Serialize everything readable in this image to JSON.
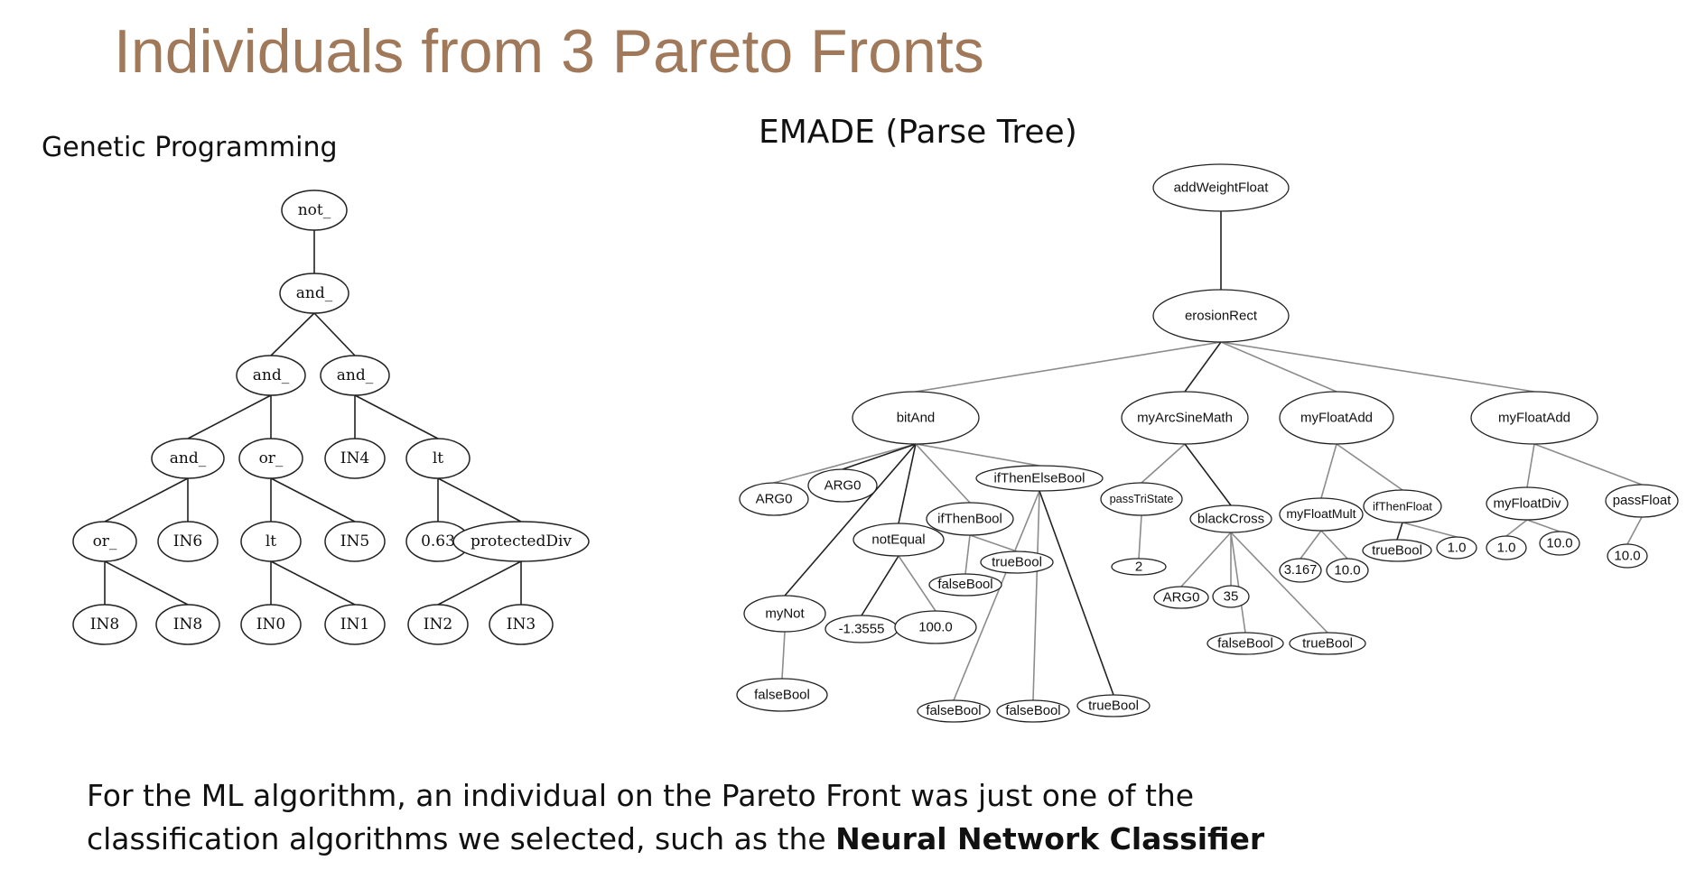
{
  "slide": {
    "title": "Individuals from 3 Pareto Fronts",
    "gp_label": "Genetic Programming",
    "emade_label": "EMADE (Parse Tree)",
    "caption_line1": "For the ML algorithm, an individual on the Pareto Front was just one of the",
    "caption_line2_prefix": "classification algorithms we selected, such as the ",
    "caption_line2_bold": "Neural Network Classifier"
  },
  "gp_tree": {
    "nodes": [
      {
        "id": "g1",
        "label": "not_"
      },
      {
        "id": "g2",
        "label": "and_"
      },
      {
        "id": "g3",
        "label": "and_"
      },
      {
        "id": "g4",
        "label": "and_"
      },
      {
        "id": "g5",
        "label": "and_"
      },
      {
        "id": "g6",
        "label": "or_"
      },
      {
        "id": "g7",
        "label": "IN4"
      },
      {
        "id": "g8",
        "label": "lt"
      },
      {
        "id": "g9",
        "label": "or_"
      },
      {
        "id": "g10",
        "label": "IN6"
      },
      {
        "id": "g11",
        "label": "lt"
      },
      {
        "id": "g12",
        "label": "IN5"
      },
      {
        "id": "g13",
        "label": "0.63"
      },
      {
        "id": "g14",
        "label": "protectedDiv"
      },
      {
        "id": "g15",
        "label": "IN8"
      },
      {
        "id": "g16",
        "label": "IN8"
      },
      {
        "id": "g17",
        "label": "IN0"
      },
      {
        "id": "g18",
        "label": "IN1"
      },
      {
        "id": "g19",
        "label": "IN2"
      },
      {
        "id": "g20",
        "label": "IN3"
      }
    ],
    "edges": [
      [
        "g1",
        "g2"
      ],
      [
        "g2",
        "g3"
      ],
      [
        "g2",
        "g4"
      ],
      [
        "g3",
        "g5"
      ],
      [
        "g3",
        "g6"
      ],
      [
        "g4",
        "g7"
      ],
      [
        "g4",
        "g8"
      ],
      [
        "g5",
        "g9"
      ],
      [
        "g5",
        "g10"
      ],
      [
        "g6",
        "g11"
      ],
      [
        "g6",
        "g12"
      ],
      [
        "g8",
        "g13"
      ],
      [
        "g8",
        "g14"
      ],
      [
        "g9",
        "g15"
      ],
      [
        "g9",
        "g16"
      ],
      [
        "g11",
        "g17"
      ],
      [
        "g11",
        "g18"
      ],
      [
        "g14",
        "g19"
      ],
      [
        "g14",
        "g20"
      ]
    ]
  },
  "emade_tree": {
    "nodes": [
      {
        "id": "e1",
        "label": "addWeightFloat"
      },
      {
        "id": "e2",
        "label": "erosionRect"
      },
      {
        "id": "e3",
        "label": "bitAnd"
      },
      {
        "id": "e4",
        "label": "myArcSineMath"
      },
      {
        "id": "e5",
        "label": "myFloatAdd"
      },
      {
        "id": "e6",
        "label": "myFloatAdd"
      },
      {
        "id": "e7",
        "label": "ARG0"
      },
      {
        "id": "e8",
        "label": "ARG0"
      },
      {
        "id": "e9",
        "label": "myNot"
      },
      {
        "id": "e10",
        "label": "notEqual"
      },
      {
        "id": "e11",
        "label": "ifThenBool"
      },
      {
        "id": "e12",
        "label": "ifThenElseBool"
      },
      {
        "id": "e13",
        "label": "falseBool"
      },
      {
        "id": "e14",
        "label": "-1.3555"
      },
      {
        "id": "e15",
        "label": "100.0"
      },
      {
        "id": "e16",
        "label": "falseBool"
      },
      {
        "id": "e17",
        "label": "trueBool"
      },
      {
        "id": "e18",
        "label": "falseBool"
      },
      {
        "id": "e19",
        "label": "falseBool"
      },
      {
        "id": "e20",
        "label": "trueBool"
      },
      {
        "id": "e21",
        "label": "passTriState"
      },
      {
        "id": "e22",
        "label": "blackCross"
      },
      {
        "id": "e23",
        "label": "2"
      },
      {
        "id": "e24",
        "label": "ARG0"
      },
      {
        "id": "e25",
        "label": "35"
      },
      {
        "id": "e26",
        "label": "falseBool"
      },
      {
        "id": "e27",
        "label": "trueBool"
      },
      {
        "id": "e28",
        "label": "myFloatMult"
      },
      {
        "id": "e29",
        "label": "ifThenFloat"
      },
      {
        "id": "e30",
        "label": "3.167"
      },
      {
        "id": "e31",
        "label": "10.0"
      },
      {
        "id": "e32",
        "label": "trueBool"
      },
      {
        "id": "e33",
        "label": "1.0"
      },
      {
        "id": "e34",
        "label": "myFloatDiv"
      },
      {
        "id": "e35",
        "label": "passFloat"
      },
      {
        "id": "e36",
        "label": "1.0"
      },
      {
        "id": "e37",
        "label": "10.0"
      },
      {
        "id": "e38",
        "label": "10.0"
      }
    ],
    "edges": [
      [
        "e1",
        "e2"
      ],
      [
        "e2",
        "e3"
      ],
      [
        "e2",
        "e4"
      ],
      [
        "e2",
        "e5"
      ],
      [
        "e2",
        "e6"
      ],
      [
        "e3",
        "e7"
      ],
      [
        "e3",
        "e8"
      ],
      [
        "e3",
        "e9"
      ],
      [
        "e3",
        "e10"
      ],
      [
        "e3",
        "e11"
      ],
      [
        "e3",
        "e12"
      ],
      [
        "e9",
        "e13"
      ],
      [
        "e10",
        "e14"
      ],
      [
        "e10",
        "e15"
      ],
      [
        "e11",
        "e16"
      ],
      [
        "e11",
        "e17"
      ],
      [
        "e12",
        "e18"
      ],
      [
        "e12",
        "e19"
      ],
      [
        "e12",
        "e20"
      ],
      [
        "e4",
        "e21"
      ],
      [
        "e4",
        "e22"
      ],
      [
        "e21",
        "e23"
      ],
      [
        "e22",
        "e24"
      ],
      [
        "e22",
        "e25"
      ],
      [
        "e22",
        "e26"
      ],
      [
        "e22",
        "e27"
      ],
      [
        "e5",
        "e28"
      ],
      [
        "e5",
        "e29"
      ],
      [
        "e28",
        "e30"
      ],
      [
        "e28",
        "e31"
      ],
      [
        "e29",
        "e32"
      ],
      [
        "e29",
        "e33"
      ],
      [
        "e6",
        "e34"
      ],
      [
        "e6",
        "e35"
      ],
      [
        "e34",
        "e36"
      ],
      [
        "e34",
        "e37"
      ],
      [
        "e35",
        "e38"
      ]
    ]
  }
}
